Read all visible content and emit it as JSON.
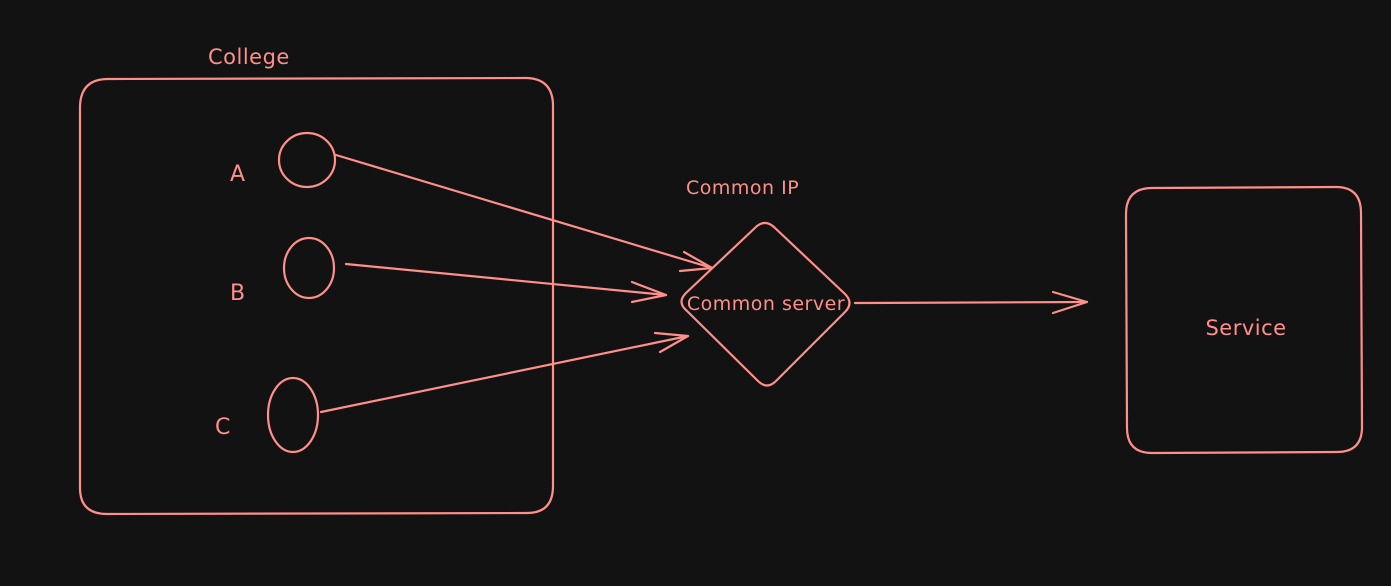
{
  "diagram": {
    "colors": {
      "background": "#121212",
      "stroke": "#ff8f8a"
    },
    "college": {
      "label": "College"
    },
    "nodes": [
      {
        "id": "A",
        "label": "A"
      },
      {
        "id": "B",
        "label": "B"
      },
      {
        "id": "C",
        "label": "C"
      }
    ],
    "gateway": {
      "label": "Common server",
      "caption": "Common IP"
    },
    "service": {
      "label": "Service"
    }
  }
}
